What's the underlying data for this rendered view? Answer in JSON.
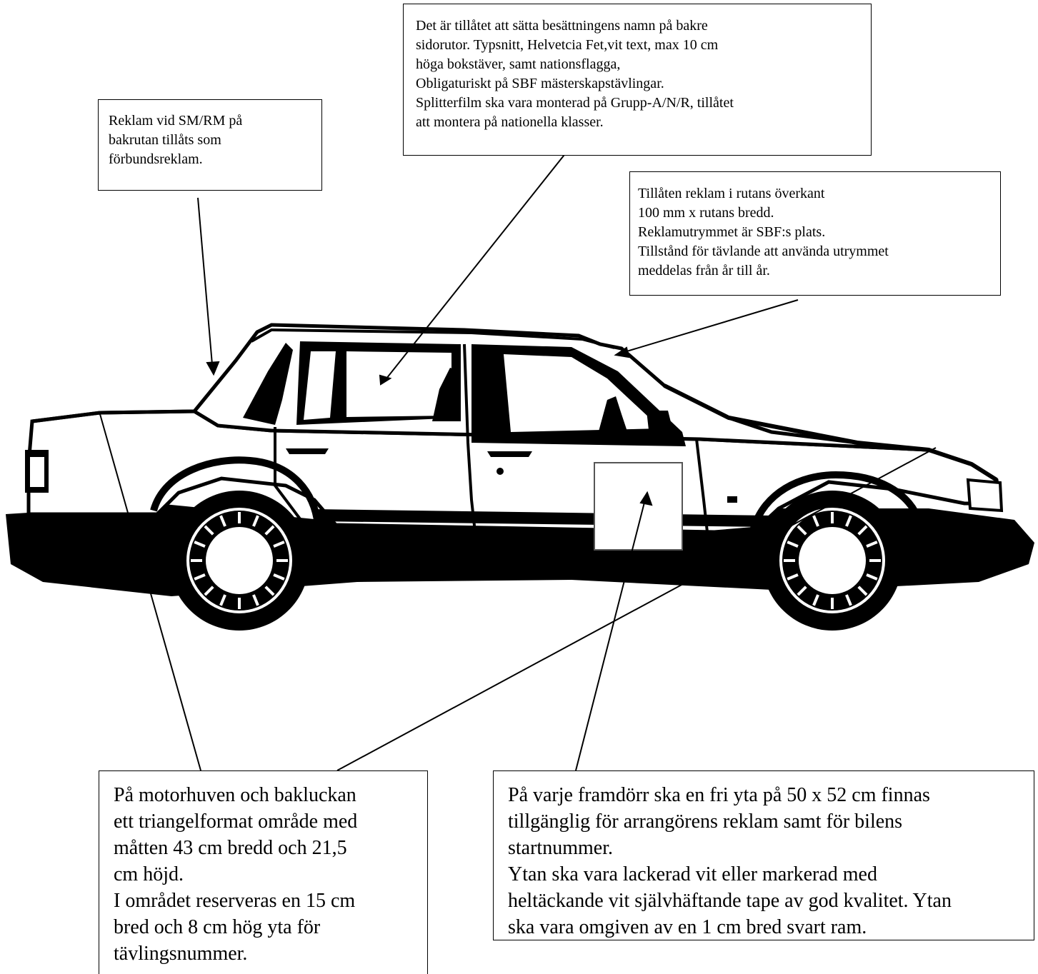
{
  "callouts": {
    "rear_window": {
      "lines": [
        "Reklam vid SM/RM på",
        "bakrutan tillåts som",
        "förbundsreklam."
      ]
    },
    "crew_names": {
      "lines": [
        "Det är tillåtet att sätta besättningens namn på bakre",
        "sidorutor. Typsnitt, Helvetcia Fet,vit text, max 10 cm",
        "höga bokstäver, samt nationsflagga,",
        "Obligaturiskt på SBF mästerskapstävlingar.",
        "Splitterfilm ska vara monterad på Grupp-A/N/R, tillåtet",
        "att montera på nationella klasser."
      ]
    },
    "windshield": {
      "lines": [
        "Tillåten reklam i rutans överkant",
        "100 mm x rutans bredd.",
        "Reklamutrymmet är SBF:s plats.",
        "Tillstånd för tävlande att använda utrymmet",
        "meddelas från år till år."
      ]
    },
    "hood_trunk": {
      "lines": [
        "På motorhuven och bakluckan",
        "ett triangelformat område med",
        "måtten 43 cm bredd och 21,5",
        "cm höjd.",
        "I området reserveras en 15 cm",
        "bred och 8 cm hög yta för",
        "tävlingsnummer."
      ]
    },
    "front_door": {
      "lines": [
        "På varje framdörr ska en fri yta på 50 x 52 cm finnas",
        "tillgänglig för arrangörens reklam samt för bilens",
        "startnummer.",
        "Ytan ska vara lackerad vit eller markerad med",
        "heltäckande vit självhäftande tape av god kvalitet. Ytan",
        "ska vara omgiven av en 1 cm bred svart ram."
      ]
    }
  },
  "colors": {
    "ink": "#000000",
    "paper": "#ffffff",
    "ad_panel_border": "#555555"
  }
}
